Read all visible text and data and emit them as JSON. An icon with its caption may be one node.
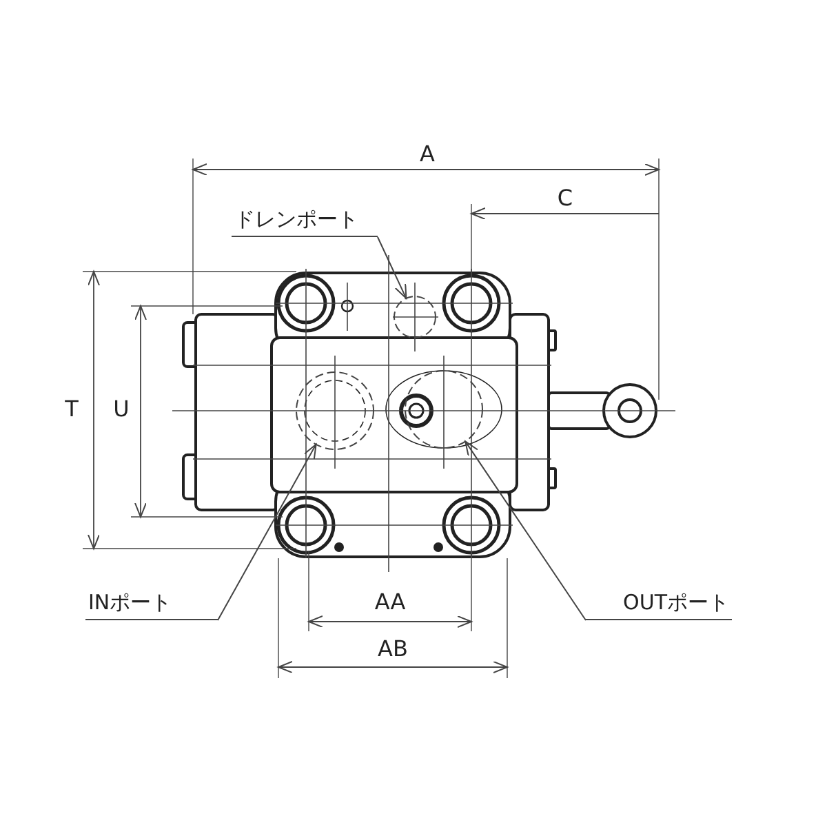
{
  "diagram": {
    "nodes": [
      {
        "text": [
          "ドレンポート"
        ]
      },
      {
        "text": [],
        "shape": "circle"
      },
      {
        "text": [
          "INポート"
        ]
      },
      {
        "text": [],
        "shape": "circle"
      },
      {
        "text": [
          "OUTポート"
        ]
      },
      {
        "text": [],
        "shape": "circle"
      }
    ],
    "edges": [
      {
        "from": 0,
        "to": 1,
        "arrow": "to"
      },
      {
        "from": 2,
        "to": 3,
        "arrow": "to"
      },
      {
        "from": 4,
        "to": 5,
        "arrow": "to"
      }
    ],
    "labels": [
      "A",
      "C",
      "T",
      "U",
      "AA",
      "AB"
    ]
  }
}
